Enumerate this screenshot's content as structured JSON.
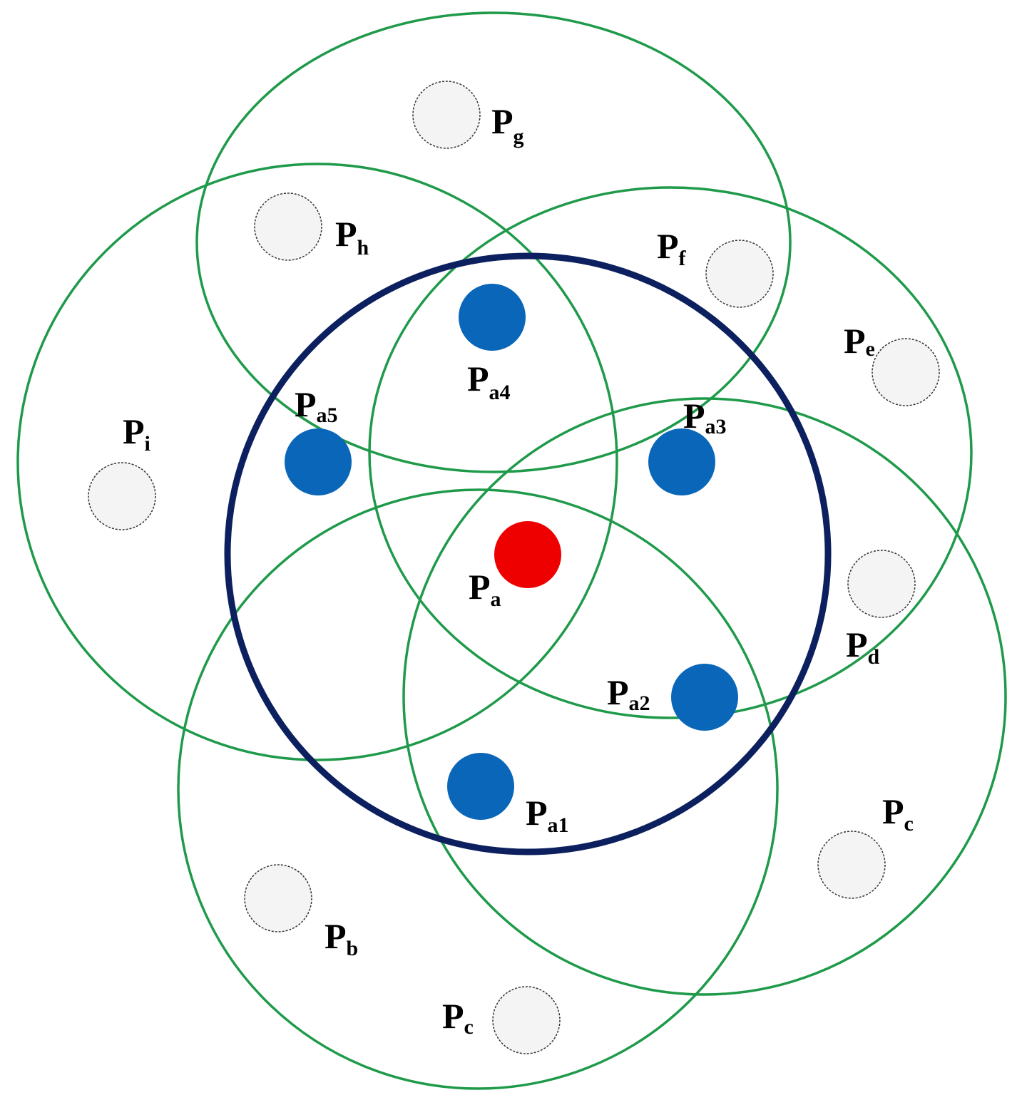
{
  "colors": {
    "background": "#ffffff",
    "neighbor_range_circle": "#1f9a4a",
    "central_range_circle": "#0c1f5e",
    "central_node": "#ee0000",
    "one_hop_node": "#0a66b8",
    "outer_node_fill": "#f4f4f4",
    "outer_node_stroke": "#333333",
    "label": "#000000"
  },
  "nodes": {
    "pa": {
      "main": "P",
      "sub": "a"
    },
    "pa1": {
      "main": "P",
      "sub": "a1"
    },
    "pa2": {
      "main": "P",
      "sub": "a2"
    },
    "pa3": {
      "main": "P",
      "sub": "a3"
    },
    "pa4": {
      "main": "P",
      "sub": "a4"
    },
    "pa5": {
      "main": "P",
      "sub": "a5"
    },
    "pb": {
      "main": "P",
      "sub": "b"
    },
    "pc_bottom": {
      "main": "P",
      "sub": "c"
    },
    "pc_right": {
      "main": "P",
      "sub": "c"
    },
    "pd": {
      "main": "P",
      "sub": "d"
    },
    "pe": {
      "main": "P",
      "sub": "e"
    },
    "pf": {
      "main": "P",
      "sub": "f"
    },
    "pg": {
      "main": "P",
      "sub": "g"
    },
    "ph": {
      "main": "P",
      "sub": "h"
    },
    "pi": {
      "main": "P",
      "sub": "i"
    }
  }
}
